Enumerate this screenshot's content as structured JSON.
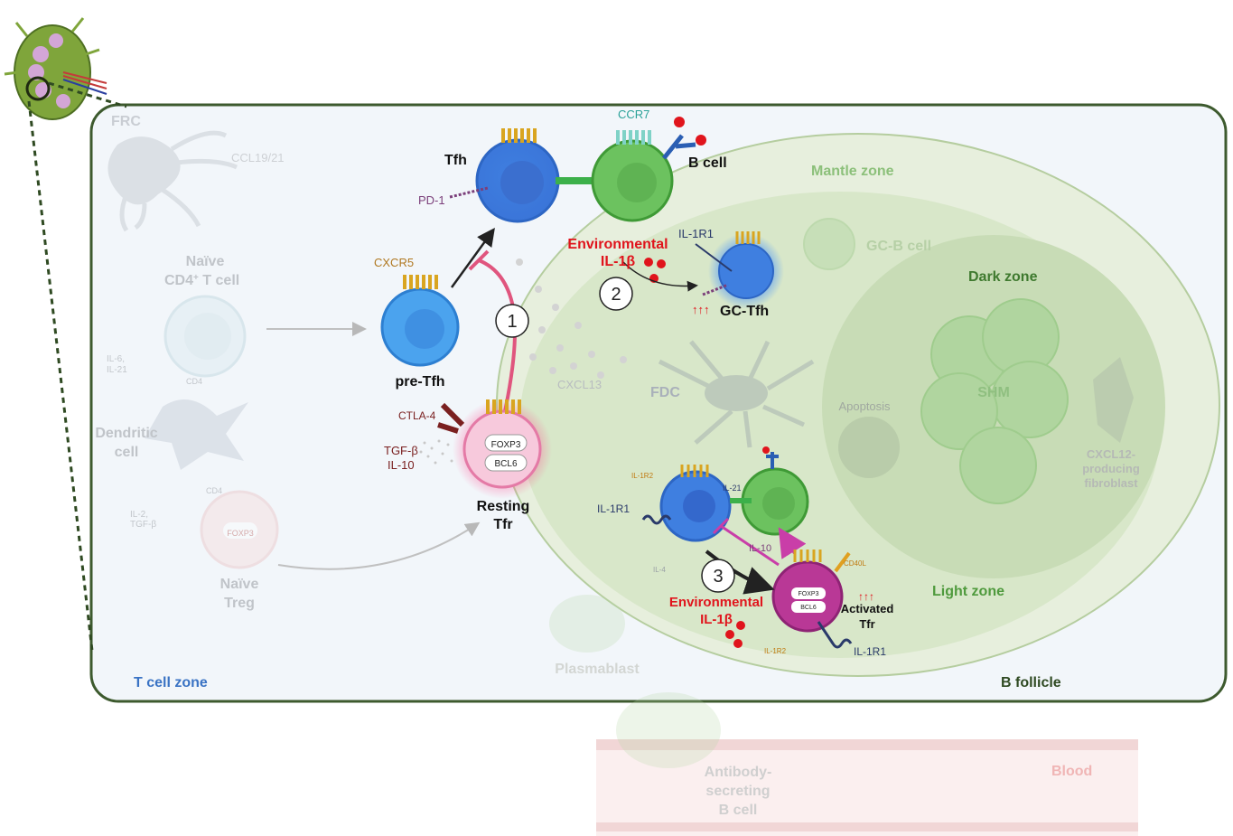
{
  "zones": {
    "t_cell_zone": "T cell zone",
    "b_follicle": "B follicle",
    "mantle_zone": "Mantle zone",
    "dark_zone": "Dark zone",
    "light_zone": "Light zone",
    "blood": "Blood"
  },
  "cells": {
    "frc": "FRC",
    "naive_cd4_line1": "Naïve",
    "naive_cd4_line2": "CD4",
    "naive_cd4_sup": "+",
    "naive_cd4_line2b": " T cell",
    "dendritic_line1": "Dendritic",
    "dendritic_line2": "cell",
    "naive_treg_line1": "Naïve",
    "naive_treg_line2": "Treg",
    "pre_tfh": "pre-Tfh",
    "tfh": "Tfh",
    "b_cell": "B cell",
    "gc_b_cell": "GC-B cell",
    "gc_tfh": "GC-Tfh",
    "resting_tfr_line1": "Resting",
    "resting_tfr_line2": "Tfr",
    "activated_tfr_line1": "Activated",
    "activated_tfr_line2": "Tfr",
    "fdc": "FDC",
    "apoptosis": "Apoptosis",
    "shm": "SHM",
    "cxcl12_line1": "CXCL12-",
    "cxcl12_line2": "producing",
    "cxcl12_line3": "fibroblast",
    "plasmablast": "Plasmablast",
    "asc_line1": "Antibody-",
    "asc_line2": "secreting",
    "asc_line3": "B cell"
  },
  "molecules": {
    "ccl19_21": "CCL19/21",
    "il6_il21_line1": "IL-6,",
    "il6_il21_line2": "IL-21",
    "cd4_a": "CD4",
    "cd4_b": "CD4",
    "il2_tgfb_line1": "IL-2,",
    "il2_tgfb_line2": "TGF-β",
    "foxp3_naive": "FOXP3",
    "cxcr5": "CXCR5",
    "pd1": "PD-1",
    "ccr7": "CCR7",
    "il1r1_gc": "IL-1R1",
    "env_il1b_top_line1": "Environmental",
    "env_il1b_top_line2": "IL-1β",
    "ctla4": "CTLA-4",
    "tgfb": "TGF-β",
    "il10_rest": "IL-10",
    "foxp3_rest": "FOXP3",
    "bcl6_rest": "BCL6",
    "cxcl13": "CXCL13",
    "il1r2_left": "IL-1R2",
    "il21": "IL-21",
    "il1r1_left": "IL-1R1",
    "il10_act": "IL-10",
    "il4": "IL-4",
    "cd40l": "CD40L",
    "env_il1b_bottom_line1": "Environmental",
    "env_il1b_bottom_line2": "IL-1β",
    "foxp3_act": "FOXP3",
    "bcl6_act": "BCL6",
    "il1r2_bottom": "IL-1R2",
    "il1r1_bottom": "IL-1R1",
    "up_arrows_1": "↑↑↑",
    "up_arrows_2": "↑↑↑"
  },
  "steps": {
    "one": "1",
    "two": "2",
    "three": "3"
  },
  "colors": {
    "border_green": "#3d5a2e",
    "t_zone_bg": "#f1f5fa",
    "follicle_bg": "#e9f1e0",
    "blue_cell": "#4a8ee6",
    "green_cell": "#6cc25f",
    "red_text": "#e0141c",
    "pink_tfr": "#d8458c",
    "gold_receptor": "#d9a520"
  }
}
